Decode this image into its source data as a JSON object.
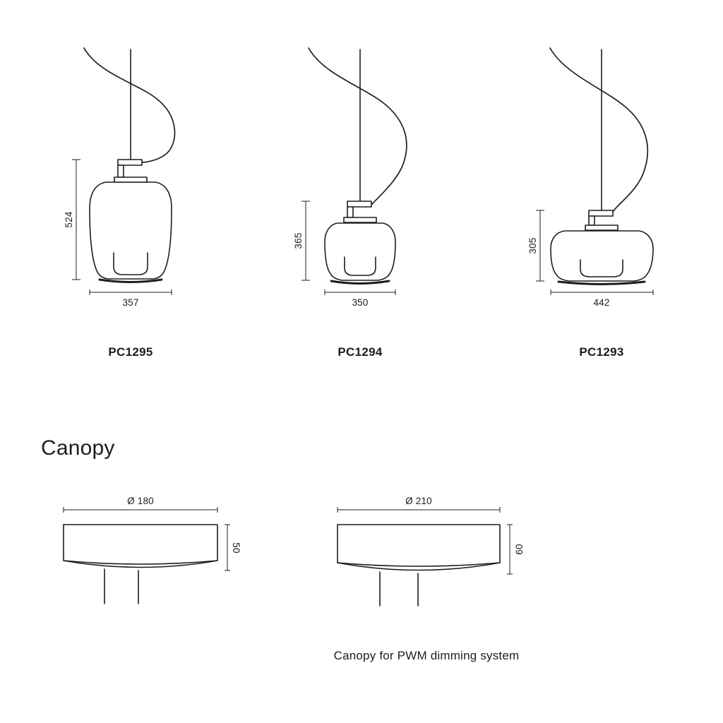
{
  "colors": {
    "line": "#1d1d1b",
    "text": "#1d1d1b",
    "background": "#ffffff"
  },
  "pendants": [
    {
      "code": "PC1295",
      "height_mm": "524",
      "width_mm": "357"
    },
    {
      "code": "PC1294",
      "height_mm": "365",
      "width_mm": "350"
    },
    {
      "code": "PC1293",
      "height_mm": "305",
      "width_mm": "442"
    }
  ],
  "canopy_section": {
    "title": "Canopy",
    "caption": "Canopy for PWM dimming system",
    "canopies": [
      {
        "diameter_label": "Ø 180",
        "height_label": "50"
      },
      {
        "diameter_label": "Ø 210",
        "height_label": "60"
      }
    ]
  }
}
